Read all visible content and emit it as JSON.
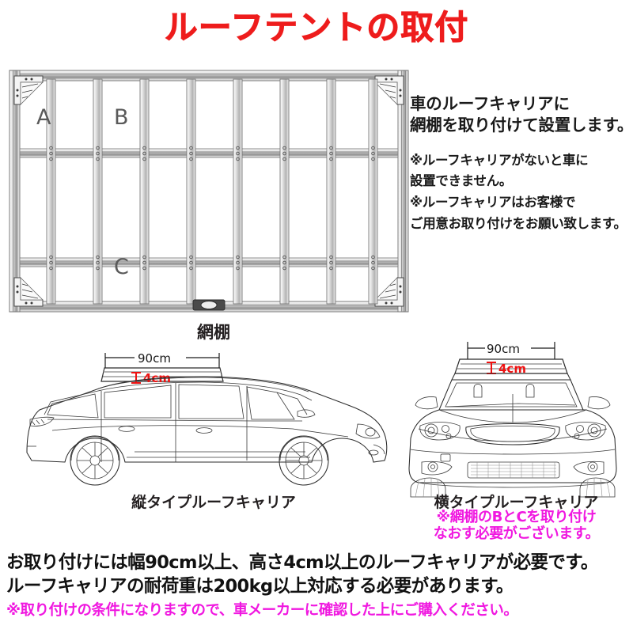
{
  "title": "ルーフテントの取付",
  "rack": {
    "caption": "網棚",
    "labels": {
      "a": "A",
      "b": "B",
      "c": "C"
    },
    "vertical_bar_count": 8,
    "crossbar_count": 2
  },
  "side_text": {
    "heading_line1": "車のルーフキャリアに",
    "heading_line2": "網棚を取り付けて設置します。",
    "note_line1": "※ルーフキャリアがないと車に",
    "note_line2": "設置できません。",
    "note_line3": "※ルーフキャリアはお客様で",
    "note_line4": "ご用意お取り付けをお願い致します。"
  },
  "car_left": {
    "caption": "縦タイプルーフキャリア",
    "dim_width": "90cm",
    "dim_height": "4cm"
  },
  "car_right": {
    "caption": "横タイプルーフキャリア",
    "dim_width": "90cm",
    "dim_height": "4cm",
    "warning_line1": "※網棚のBとCを取り付け",
    "warning_line2": "なおす必要がございます。"
  },
  "bottom": {
    "line1": "お取り付けには幅90cm以上、高さ4cm以上のルーフキャリアが必要です。",
    "line2": "ルーフキャリアの耐荷重は200kg以上対応する必要があります。",
    "line3": "※取り付けの条件になりますので、車メーカーに確認した上にご購入ください。"
  },
  "colors": {
    "title_red": "#ee1c1c",
    "dim_red": "#ee1111",
    "warning_magenta": "#f018e0",
    "body_black": "#1a1a1a"
  }
}
